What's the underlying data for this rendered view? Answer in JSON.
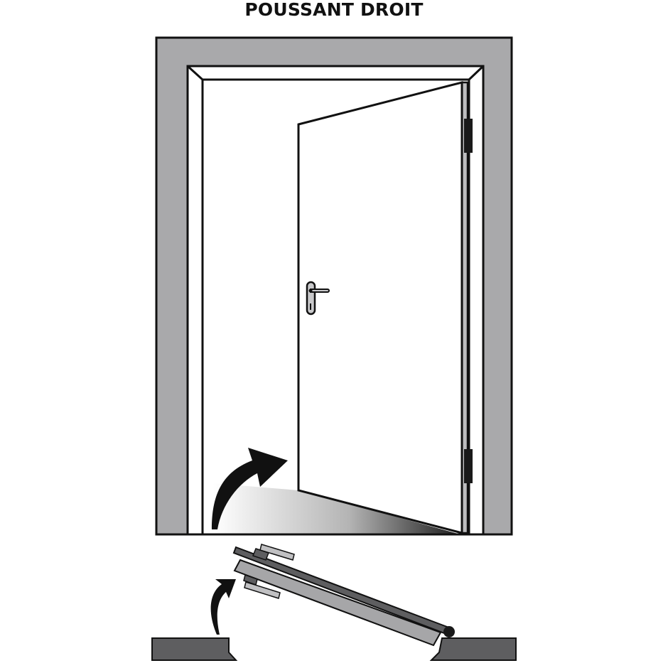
{
  "diagram": {
    "title": "POUSSANT DROIT",
    "colors": {
      "frame_gray": "#a9a9ab",
      "dark_gray": "#5e5e60",
      "medium_gray": "#a6a6a8",
      "outline": "#111111",
      "hinge": "#1a1a1a",
      "background": "#ffffff"
    },
    "elements": {
      "front_view": "door-frame-elevation",
      "top_view": "door-plan-section",
      "front_arrow": "curved-arrow-opening-direction",
      "plan_arrow": "curved-arrow-opening-direction",
      "hinges": 2,
      "handle_side": "left",
      "hinge_side": "right"
    }
  }
}
